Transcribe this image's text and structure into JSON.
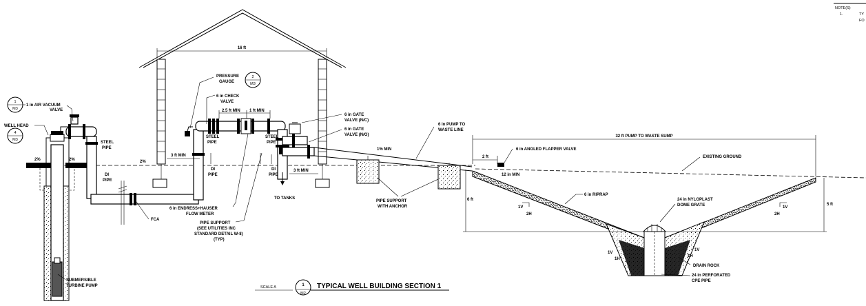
{
  "notes": {
    "header": "NOTE(S)",
    "item_number": "1.",
    "item_text_1": "TY",
    "item_text_2": "FO"
  },
  "title": {
    "scale": "SCALE A",
    "detail_number": "1",
    "sheet": "M2",
    "text": "TYPICAL WELL BUILDING SECTION 1"
  },
  "callouts": {
    "air_vac_number": "1",
    "air_vac_sheet": "M3",
    "well_head_number": "4",
    "well_head_sheet": "M3",
    "gauge_number": "2",
    "gauge_sheet": "M3"
  },
  "labels": {
    "air_vacuum_1": "1 in AIR VACUUM",
    "air_vacuum_2": "VALVE",
    "well_head": "WELL HEAD",
    "slope_left": "2%",
    "slope_right": "2%",
    "slope_mid": "2%",
    "steel_pipe_left_1": "STEEL",
    "steel_pipe_left_2": "PIPE",
    "di_pipe_left_1": "DI",
    "di_pipe_left_2": "PIPE",
    "fca": "FCA",
    "submersible_1": "SUBMERSIBLE",
    "submersible_2": "TURBINE PUMP",
    "building_width": "16 ft",
    "pressure_gauge_1": "PRESSURE",
    "pressure_gauge_2": "GAUGE",
    "check_valve_1": "6 in CHECK",
    "check_valve_2": "VALVE",
    "dim_2_5ft": "2.5 ft MIN",
    "dim_1ft": "1 ft MIN",
    "gate_nc_1": "6 in GATE",
    "gate_nc_2": "VALVE (N/C)",
    "gate_no_1": "6 in GATE",
    "gate_no_2": "VALVE (N/O)",
    "steel_pipe_mid_1": "STEEL",
    "steel_pipe_mid_2": "PIPE",
    "steel_pipe_right_1": "STEEL",
    "steel_pipe_right_2": "PIPE",
    "dim_3ft_left": "3 ft MIN",
    "di_pipe_mid_1": "DI",
    "di_pipe_mid_2": "PIPE",
    "di_pipe_right_1": "DI",
    "di_pipe_right_2": "PIPE",
    "dim_3ft_right": "3 ft MIN",
    "to_tanks": "TO TANKS",
    "flow_meter_1": "6 in ENDRESS+HAUSER",
    "flow_meter_2": "FLOW METER",
    "pipe_support_1": "PIPE SUPPORT",
    "pipe_support_2": "(SEE UTILITIES INC",
    "pipe_support_3": "STANDARD DETAIL W-8)",
    "pipe_support_4": "(TYP)",
    "pump_to_waste_1": "6 in PUMP TO",
    "pump_to_waste_2": "WASTE LINE",
    "slope_1pct": "1% MIN",
    "pipe_support_anchor_1": "PIPE SUPPORT",
    "pipe_support_anchor_2": "WITH ANCHOR",
    "sump_dim": "32 ft PUMP TO WASTE SUMP",
    "dim_2ft": "2 ft",
    "flapper": "6 in ANGLED FLAPPER VALVE",
    "existing_ground": "EXISTING GROUND",
    "dim_12in": "12 in MIN",
    "dim_6ft": "6 ft",
    "riprap": "6 in RIPRAP",
    "grate_1": "24 in NYLOPLAST",
    "grate_2": "DOME GRATE",
    "slope_l_v": "1V",
    "slope_l_h": "2H",
    "slope_r_v": "1V",
    "slope_r_h": "2H",
    "dim_5ft": "5 ft",
    "slope_il_v": "1V",
    "slope_il_h": "1H",
    "slope_ir_v": "1V",
    "slope_ir_h": "1H",
    "drain_rock": "DRAIN ROCK",
    "perf_pipe_1": "24 in PERFORATED",
    "perf_pipe_2": "CPE PIPE"
  }
}
